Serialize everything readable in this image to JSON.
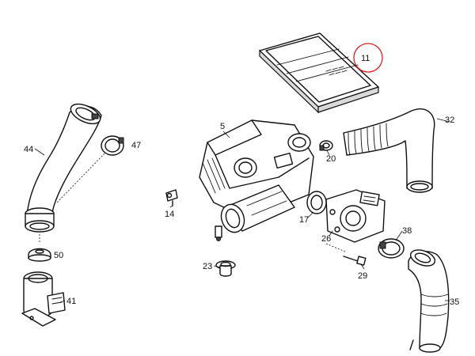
{
  "diagram": {
    "highlight_color": "#e02020",
    "highlighted_part": "11",
    "parts": {
      "p5": "5",
      "p11": "11",
      "p14": "14",
      "p17": "17",
      "p20": "20",
      "p23": "23",
      "p26": "26",
      "p29": "29",
      "p32": "32",
      "p35": "35",
      "p38": "38",
      "p41": "41",
      "p44": "44",
      "p47": "47",
      "p50": "50"
    }
  }
}
